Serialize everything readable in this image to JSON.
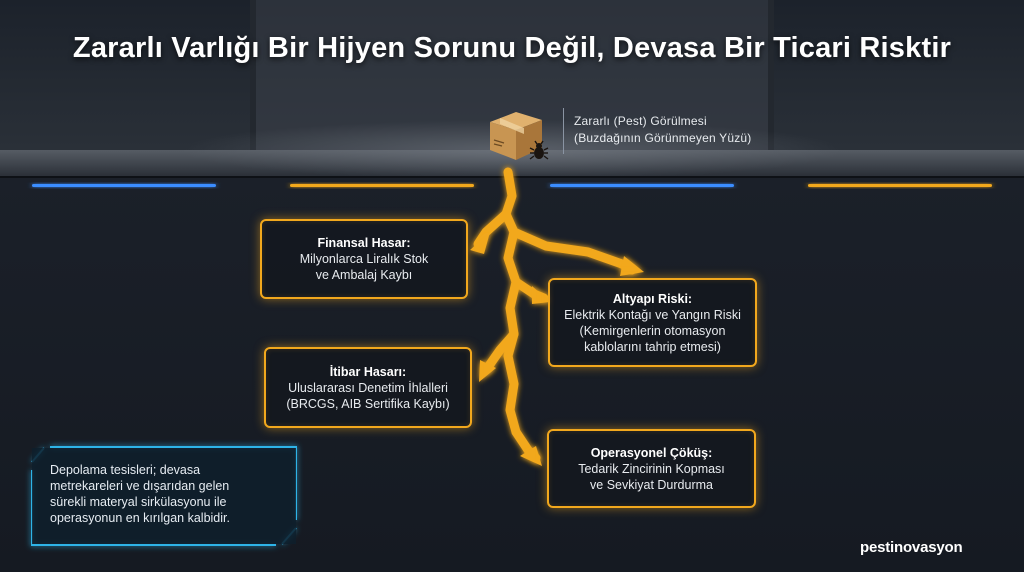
{
  "title": "Zararlı Varlığı Bir Hijyen Sorunu Değil, Devasa Bir Ticari Risktir",
  "pest_label": {
    "line1": "Zararlı (Pest) Görülmesi",
    "line2": "(Buzdağının Görünmeyen Yüzü)"
  },
  "cards": {
    "financial": {
      "title": "Finansal Hasar:",
      "line1": "Milyonlarca Liralık Stok",
      "line2": "ve Ambalaj Kaybı"
    },
    "infrastructure": {
      "title": "Altyapı Riski:",
      "line1": "Elektrik Kontağı ve Yangın Riski",
      "line2": "(Kemirgenlerin otomasyon",
      "line3": "kablolarını tahrip etmesi)"
    },
    "reputation": {
      "title": "İtibar Hasarı:",
      "line1": "Uluslararası Denetim İhlalleri",
      "line2": "(BRCGS, AIB Sertifika Kaybı)"
    },
    "operational": {
      "title": "Operasyonel Çöküş:",
      "line1": "Tedarik Zincirinin Kopması",
      "line2": "ve Sevkiyat Durdurma"
    }
  },
  "info_box": {
    "line1": "Depolama tesisleri; devasa",
    "line2": "metrekareleri ve dışarıdan gelen",
    "line3": "sürekli materyal sirkülasyonu ile",
    "line4": "operasyonun en kırılgan kalbidir."
  },
  "brand": "pestinovasyon",
  "colors": {
    "accent_orange": "#f2a81d",
    "accent_blue": "#3a8dff",
    "background": "#141a22"
  },
  "icons": [
    "cardboard-box-icon",
    "bug-icon"
  ]
}
